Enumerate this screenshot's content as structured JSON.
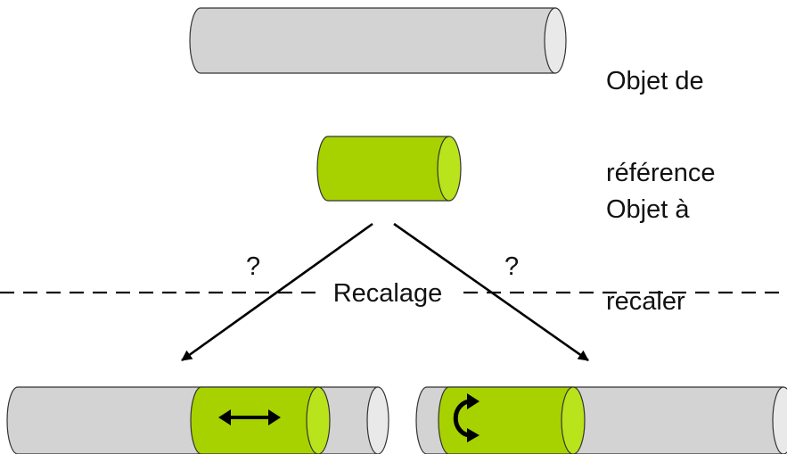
{
  "labels": {
    "reference_line1": "Objet de",
    "reference_line2": "référence",
    "moving_line1": "Objet à",
    "moving_line2": "recaler",
    "registration": "Recalage",
    "question_left": "?",
    "question_right": "?"
  },
  "colors": {
    "reference_body": "#d3d3d3",
    "reference_face": "#e9e9e9",
    "moving_body": "#a7d200",
    "moving_face": "#b9e31a",
    "outline": "#333333",
    "arrow": "#000000",
    "dashed_line": "#111111"
  },
  "icons": {
    "translation": "double-arrow-icon",
    "rotation": "rotate-arrow-icon"
  }
}
